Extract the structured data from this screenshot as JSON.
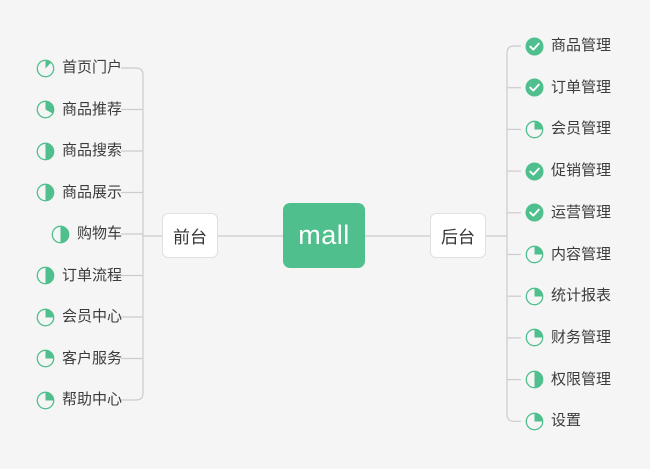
{
  "diagram": {
    "title": "mall",
    "background_color": "#f5f5f5",
    "accent_color": "#4FC08D",
    "line_color": "#cccccc",
    "center": {
      "label": "mall",
      "type": "root-node"
    },
    "branches": [
      {
        "label": "前台",
        "side": "left",
        "name": "branch-frontend"
      },
      {
        "label": "后台",
        "side": "right",
        "name": "branch-backend"
      }
    ],
    "left_items": [
      {
        "label": "首页门户",
        "icon": "pie-progress-icon",
        "progress": 12,
        "status": "partial"
      },
      {
        "label": "商品推荐",
        "icon": "pie-progress-icon",
        "progress": 33,
        "status": "partial"
      },
      {
        "label": "商品搜索",
        "icon": "pie-progress-icon",
        "progress": 50,
        "status": "partial"
      },
      {
        "label": "商品展示",
        "icon": "pie-progress-icon",
        "progress": 50,
        "status": "partial"
      },
      {
        "label": "购物车",
        "icon": "pie-progress-icon",
        "progress": 50,
        "status": "partial"
      },
      {
        "label": "订单流程",
        "icon": "pie-progress-icon",
        "progress": 50,
        "status": "partial"
      },
      {
        "label": "会员中心",
        "icon": "pie-progress-icon",
        "progress": 25,
        "status": "partial"
      },
      {
        "label": "客户服务",
        "icon": "pie-progress-icon",
        "progress": 25,
        "status": "partial"
      },
      {
        "label": "帮助中心",
        "icon": "pie-progress-icon",
        "progress": 25,
        "status": "partial"
      }
    ],
    "right_items": [
      {
        "label": "商品管理",
        "icon": "check-circle-icon",
        "progress": 100,
        "status": "complete"
      },
      {
        "label": "订单管理",
        "icon": "check-circle-icon",
        "progress": 100,
        "status": "complete"
      },
      {
        "label": "会员管理",
        "icon": "pie-progress-icon",
        "progress": 25,
        "status": "partial"
      },
      {
        "label": "促销管理",
        "icon": "check-circle-icon",
        "progress": 100,
        "status": "complete"
      },
      {
        "label": "运营管理",
        "icon": "check-circle-icon",
        "progress": 100,
        "status": "complete"
      },
      {
        "label": "内容管理",
        "icon": "pie-progress-icon",
        "progress": 25,
        "status": "partial"
      },
      {
        "label": "统计报表",
        "icon": "pie-progress-icon",
        "progress": 25,
        "status": "partial"
      },
      {
        "label": "财务管理",
        "icon": "pie-progress-icon",
        "progress": 25,
        "status": "partial"
      },
      {
        "label": "权限管理",
        "icon": "pie-progress-icon",
        "progress": 50,
        "status": "partial"
      },
      {
        "label": "设置",
        "icon": "pie-progress-icon",
        "progress": 25,
        "status": "partial"
      }
    ]
  }
}
